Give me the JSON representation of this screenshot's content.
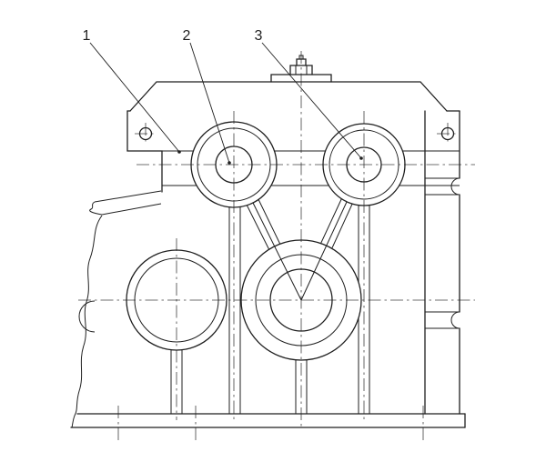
{
  "drawing": {
    "background": "#ffffff",
    "line_color": "#1f1f1f",
    "callouts": [
      {
        "label": "1"
      },
      {
        "label": "2"
      },
      {
        "label": "3"
      }
    ]
  }
}
